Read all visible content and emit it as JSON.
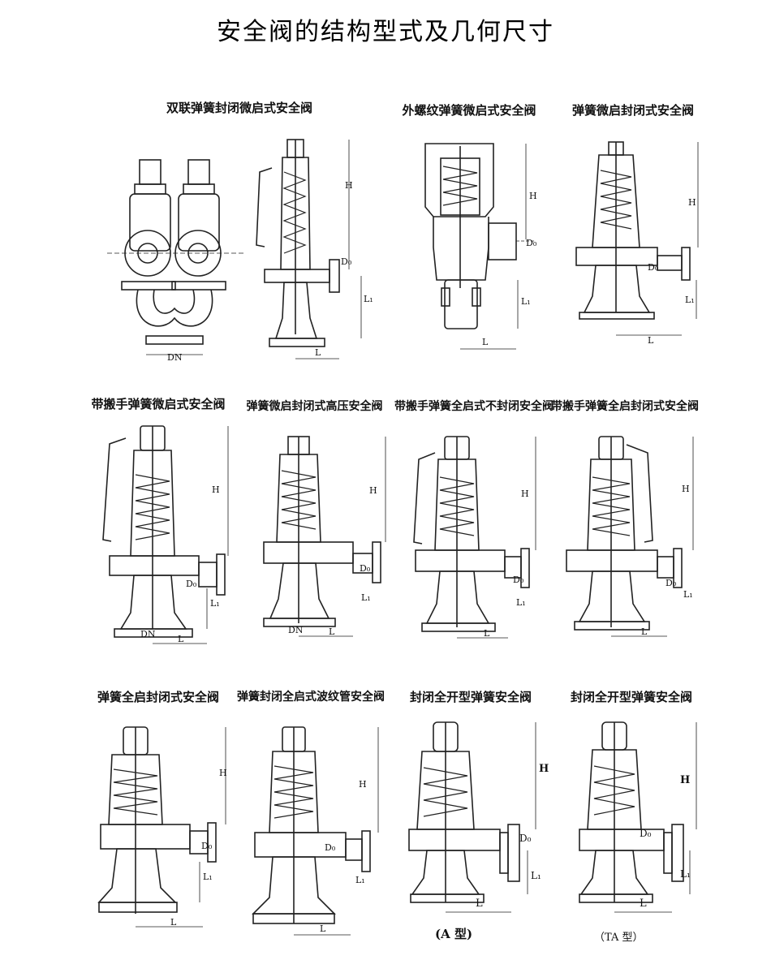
{
  "title": "安全阀的结构型式及几何尺寸",
  "diagrams": [
    {
      "caption": "双联弹簧封闭微启式安全阀",
      "labels": {
        "h": "H",
        "dn": "DN",
        "l": "L",
        "l1": "L₁",
        "d0": "D₀"
      }
    },
    {
      "caption": "外螺纹弹簧微启式安全阀",
      "labels": {
        "h": "H",
        "l": "L",
        "l1": "L₁",
        "d0": "D₀"
      }
    },
    {
      "caption": "弹簧微启封闭式安全阀",
      "labels": {
        "h": "H",
        "l": "L",
        "l1": "L₁",
        "d0": "D₀"
      }
    },
    {
      "caption": "带搬手弹簧微启式安全阀",
      "labels": {
        "h": "H",
        "dn": "DN",
        "l": "L",
        "l1": "L₁",
        "d0": "D₀"
      }
    },
    {
      "caption": "弹簧微启封闭式高压安全阀",
      "labels": {
        "h": "H",
        "dn": "DN",
        "l": "L",
        "l1": "L₁",
        "d0": "D₀"
      }
    },
    {
      "caption": "带搬手弹簧全启式不封闭安全阀",
      "labels": {
        "h": "H",
        "l": "L",
        "l1": "L₁",
        "d0": "D₀"
      }
    },
    {
      "caption": "带搬手弹簧全启封闭式安全阀",
      "labels": {
        "h": "H",
        "l": "L",
        "l1": "L₁",
        "d0": "D₀"
      }
    },
    {
      "caption": "弹簧全启封闭式安全阀",
      "labels": {
        "h": "H",
        "l": "L",
        "l1": "L₁",
        "d0": "D₀"
      }
    },
    {
      "caption": "弹簧封闭全启式波纹管安全阀",
      "labels": {
        "h": "H",
        "l": "L",
        "l1": "L₁",
        "d0": "D₀"
      }
    },
    {
      "caption": "封闭全开型弹簧安全阀",
      "labels": {
        "h": "H",
        "l": "L",
        "l1": "L₁",
        "d0": "D₀"
      },
      "subcaption": "(A 型)"
    },
    {
      "caption": "封闭全开型弹簧安全阀",
      "labels": {
        "h": "H",
        "l": "L",
        "l1": "L₁",
        "d0": "D₀"
      },
      "subcaption": "（TA 型）"
    }
  ]
}
